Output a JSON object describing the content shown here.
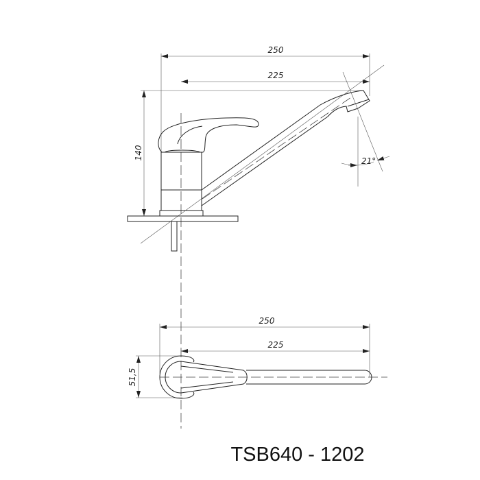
{
  "top_view": {
    "dim_overall_length": "250",
    "dim_spout_reach": "225",
    "dim_height": "140",
    "dim_angle": "21°"
  },
  "plan_view": {
    "dim_overall_length": "250",
    "dim_spout_reach": "225",
    "dim_width": "51,5"
  },
  "title": "TSB640 - 1202"
}
